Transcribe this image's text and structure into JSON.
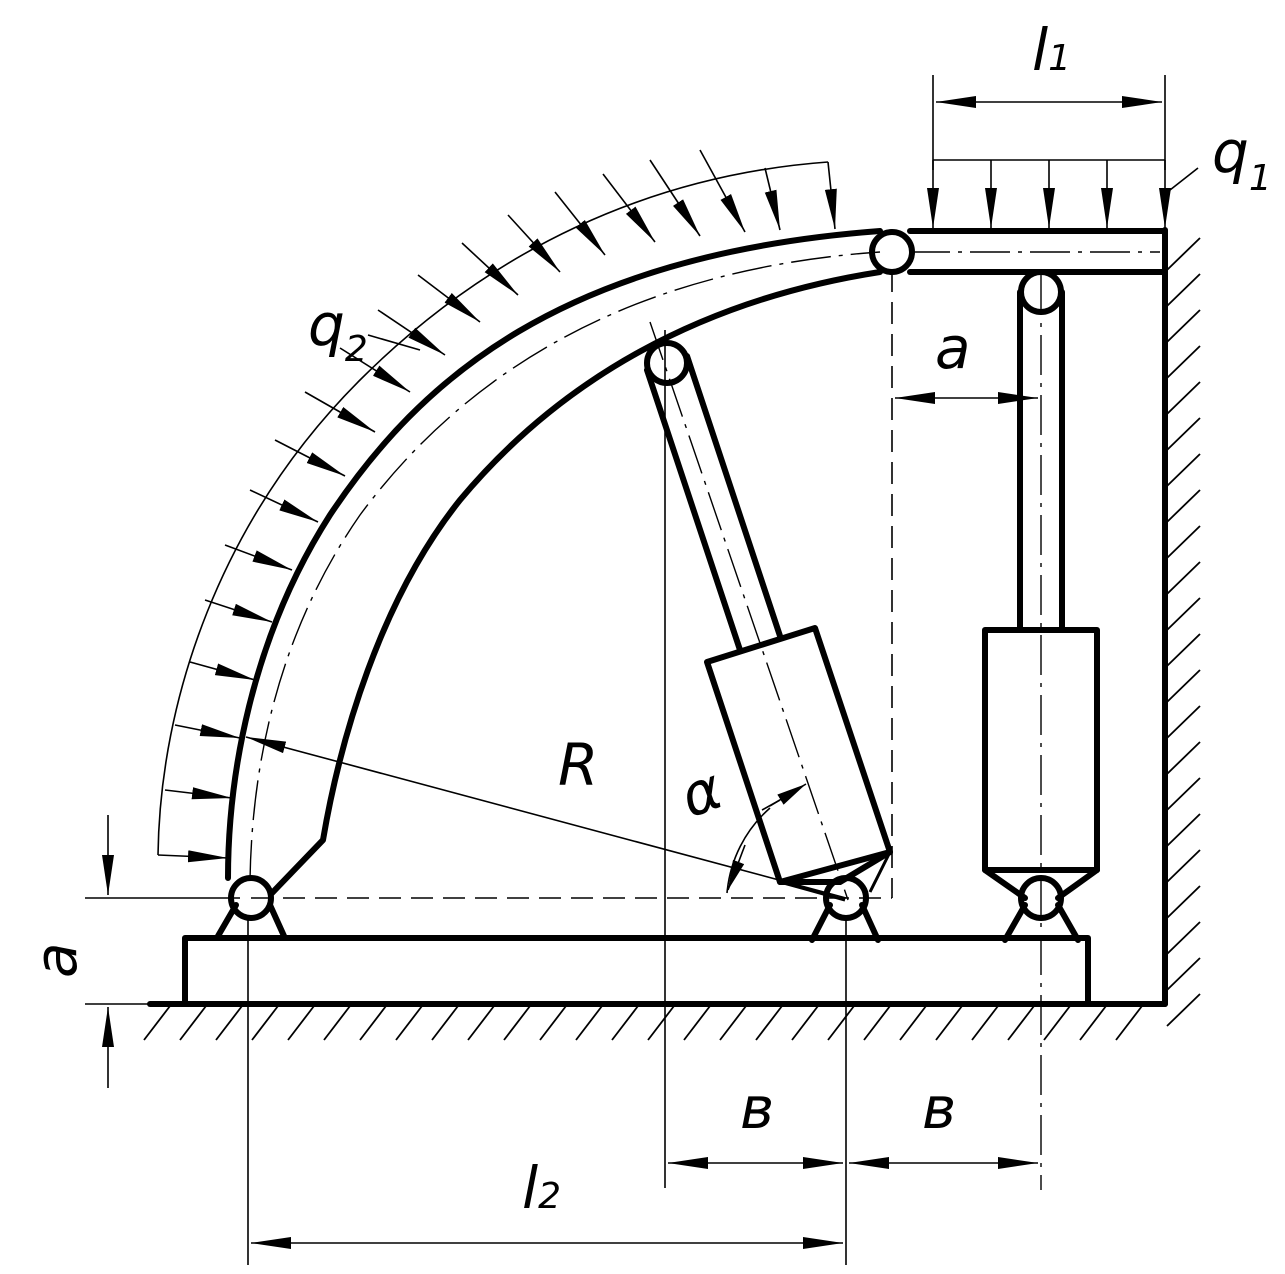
{
  "labels": {
    "l1": "l",
    "l1_sub": "1",
    "l2": "l",
    "l2_sub": "2",
    "q1": "q",
    "q1_sub": "1",
    "q2": "q",
    "q2_sub": "2",
    "a_top": "a",
    "a_left": "a",
    "b_left": "в",
    "b_right": "в",
    "R": "R",
    "alpha": "α"
  },
  "colors": {
    "ink": "#000000",
    "paper": "#ffffff"
  }
}
